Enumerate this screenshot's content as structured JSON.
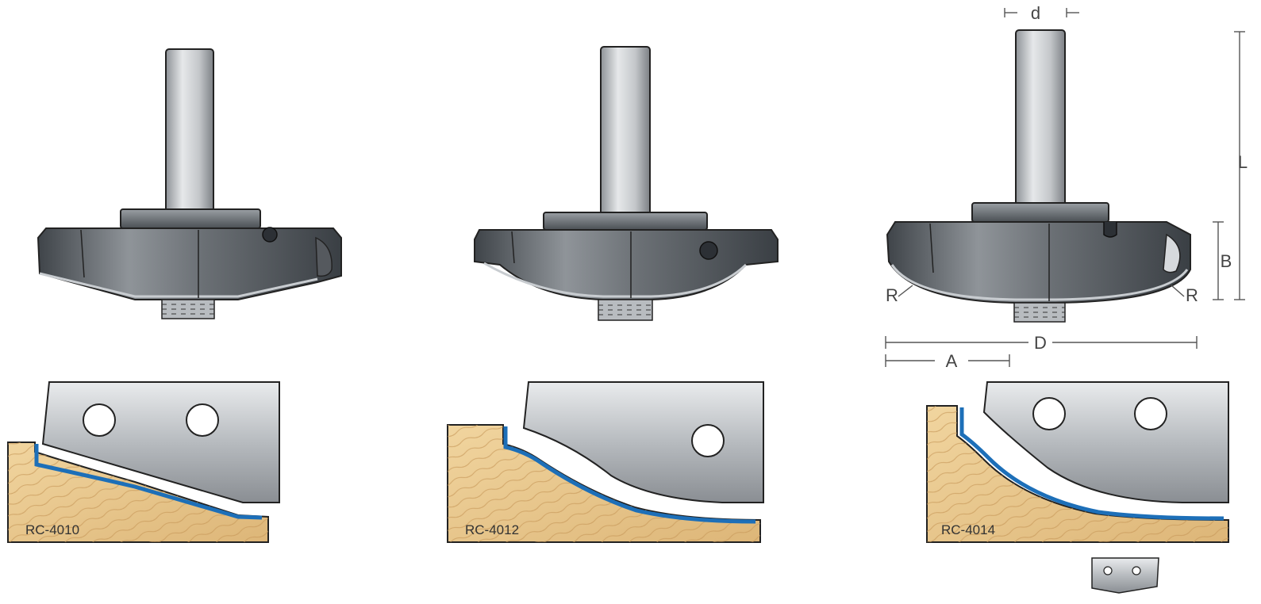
{
  "header": {
    "caption": ""
  },
  "products": [
    {
      "code": "RC-4010"
    },
    {
      "code": "RC-4012"
    },
    {
      "code": "RC-4014"
    }
  ],
  "dimensions": {
    "shank_diameter": "d",
    "overall_length": "L",
    "cutting_height": "B",
    "cutting_diameter": "D",
    "offset": "A",
    "radius": "R"
  },
  "colors": {
    "steel_dark": "#4d5257",
    "steel_mid": "#8d9297",
    "steel_light": "#d3d6d9",
    "shank": "#c9cccf",
    "wood": "#e8c78f",
    "wood_grain": "#c8995a",
    "profile_line": "#1d6fb8",
    "outline": "#222222"
  },
  "icons": [
    "router-bit",
    "replacement-knife",
    "screw-hole"
  ]
}
